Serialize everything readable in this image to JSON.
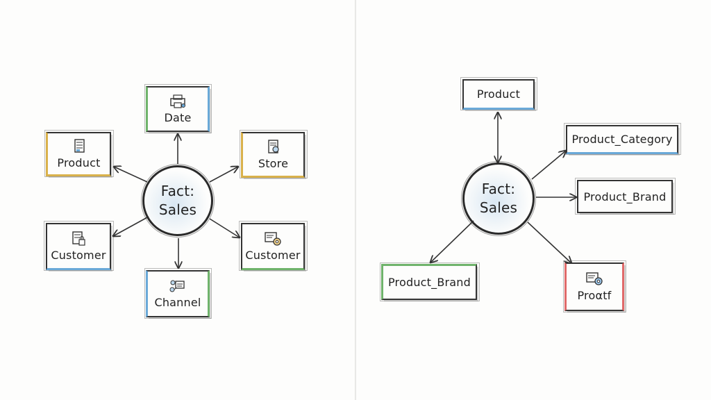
{
  "left": {
    "center": {
      "label_line1": "Fact:",
      "label_line2": "Sales"
    },
    "nodes": [
      {
        "label": "Date",
        "icon": "printer-icon",
        "accent": "#6fb36b"
      },
      {
        "label": "Product",
        "icon": "document-icon",
        "accent": "#d9b14a"
      },
      {
        "label": "Store",
        "icon": "document-gear-icon",
        "accent": "#d9b14a"
      },
      {
        "label": "Customer",
        "icon": "document-lock-icon",
        "accent": "#d9b14a"
      },
      {
        "label": "Customer",
        "icon": "monitor-gear-icon",
        "accent": "#6fb36b"
      },
      {
        "label": "Channel",
        "icon": "network-icon",
        "accent": "#6aa9d8"
      }
    ]
  },
  "right": {
    "center": {
      "label_line1": "Fact:",
      "label_line2": "Sales"
    },
    "nodes": [
      {
        "label": "Product",
        "accent": "#6aa9d8"
      },
      {
        "label": "Product_Category",
        "accent": "#6aa9d8"
      },
      {
        "label": "Product_Brand",
        "accent": "#6aa9d8"
      },
      {
        "label": "Product_Brand",
        "accent": "#6fb36b"
      },
      {
        "label": "Proαtf",
        "icon": "monitor-gear-icon",
        "accent": "#e06a6a"
      }
    ]
  }
}
